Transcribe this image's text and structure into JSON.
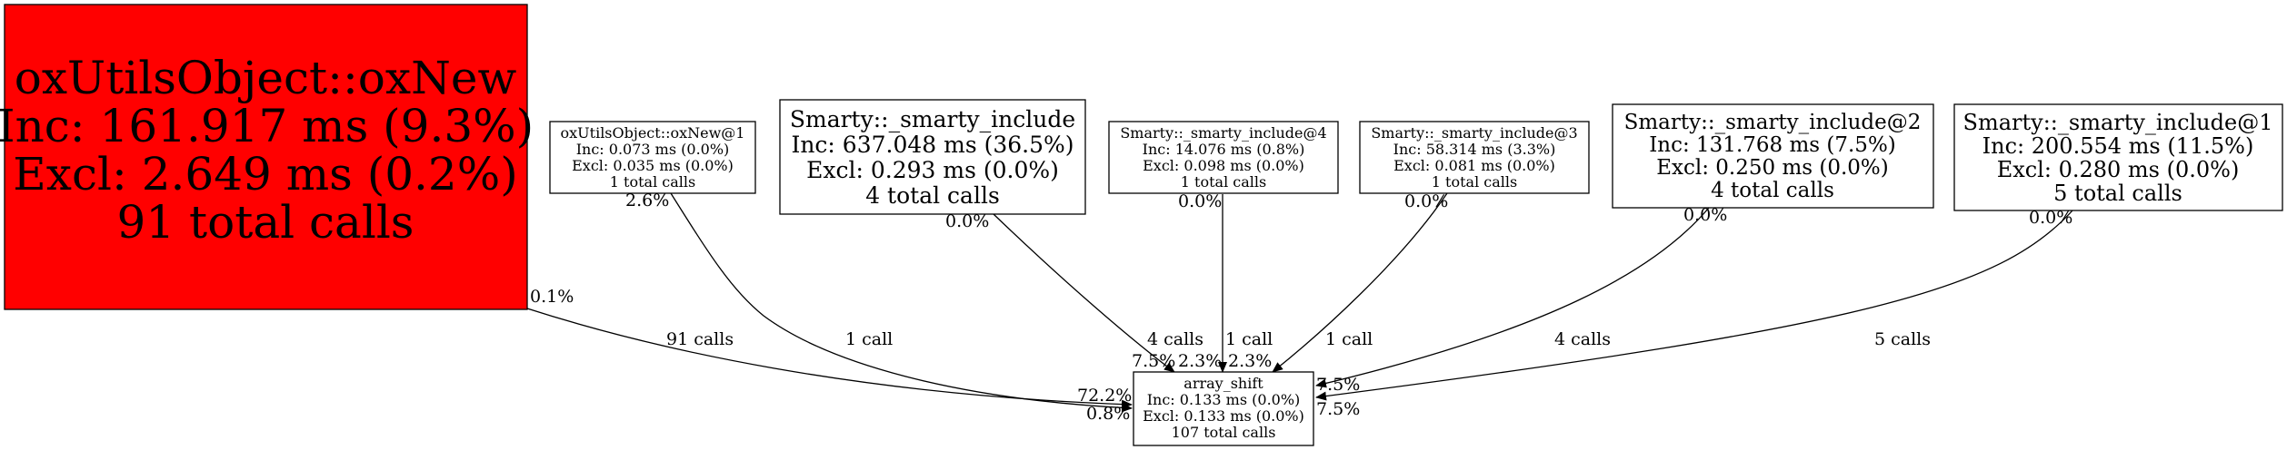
{
  "colors": {
    "hot_node_fill": "#ff0000",
    "node_fill": "#ffffff",
    "stroke": "#000000"
  },
  "nodes": {
    "oxnew": {
      "lines": [
        "oxUtilsObject::oxNew",
        "Inc: 161.917 ms (9.3%)",
        "Excl: 2.649 ms (0.2%)",
        "91 total calls"
      ]
    },
    "oxnew1": {
      "lines": [
        "oxUtilsObject::oxNew@1",
        "Inc: 0.073 ms (0.0%)",
        "Excl: 0.035 ms (0.0%)",
        "1 total calls"
      ]
    },
    "smarty_include": {
      "lines": [
        "Smarty::_smarty_include",
        "Inc: 637.048 ms (36.5%)",
        "Excl: 0.293 ms (0.0%)",
        "4 total calls"
      ]
    },
    "smarty_include4": {
      "lines": [
        "Smarty::_smarty_include@4",
        "Inc: 14.076 ms (0.8%)",
        "Excl: 0.098 ms (0.0%)",
        "1 total calls"
      ]
    },
    "smarty_include3": {
      "lines": [
        "Smarty::_smarty_include@3",
        "Inc: 58.314 ms (3.3%)",
        "Excl: 0.081 ms (0.0%)",
        "1 total calls"
      ]
    },
    "smarty_include2": {
      "lines": [
        "Smarty::_smarty_include@2",
        "Inc: 131.768 ms (7.5%)",
        "Excl: 0.250 ms (0.0%)",
        "4 total calls"
      ]
    },
    "smarty_include1": {
      "lines": [
        "Smarty::_smarty_include@1",
        "Inc: 200.554 ms (11.5%)",
        "Excl: 0.280 ms (0.0%)",
        "5 total calls"
      ]
    },
    "array_shift": {
      "lines": [
        "array_shift",
        "Inc: 0.133 ms (0.0%)",
        "Excl: 0.133 ms (0.0%)",
        "107 total calls"
      ]
    }
  },
  "edges": {
    "oxnew": {
      "calls": "91 calls",
      "from_pct": "0.1%",
      "to_pct": "72.2%"
    },
    "oxnew1": {
      "calls": "1 call",
      "from_pct": "2.6%",
      "to_pct": "0.8%"
    },
    "smarty_include": {
      "calls": "4 calls",
      "from_pct": "0.0%",
      "to_pct": "7.5%"
    },
    "smarty_include4": {
      "calls": "1 call",
      "from_pct": "0.0%",
      "to_pct": "2.3%"
    },
    "smarty_include3": {
      "calls": "1 call",
      "from_pct": "0.0%",
      "to_pct": "2.3%"
    },
    "smarty_include2": {
      "calls": "4 calls",
      "from_pct": "0.0%",
      "to_pct": "7.5%"
    },
    "smarty_include1": {
      "calls": "5 calls",
      "from_pct": "0.0%",
      "to_pct": "7.5%"
    }
  }
}
